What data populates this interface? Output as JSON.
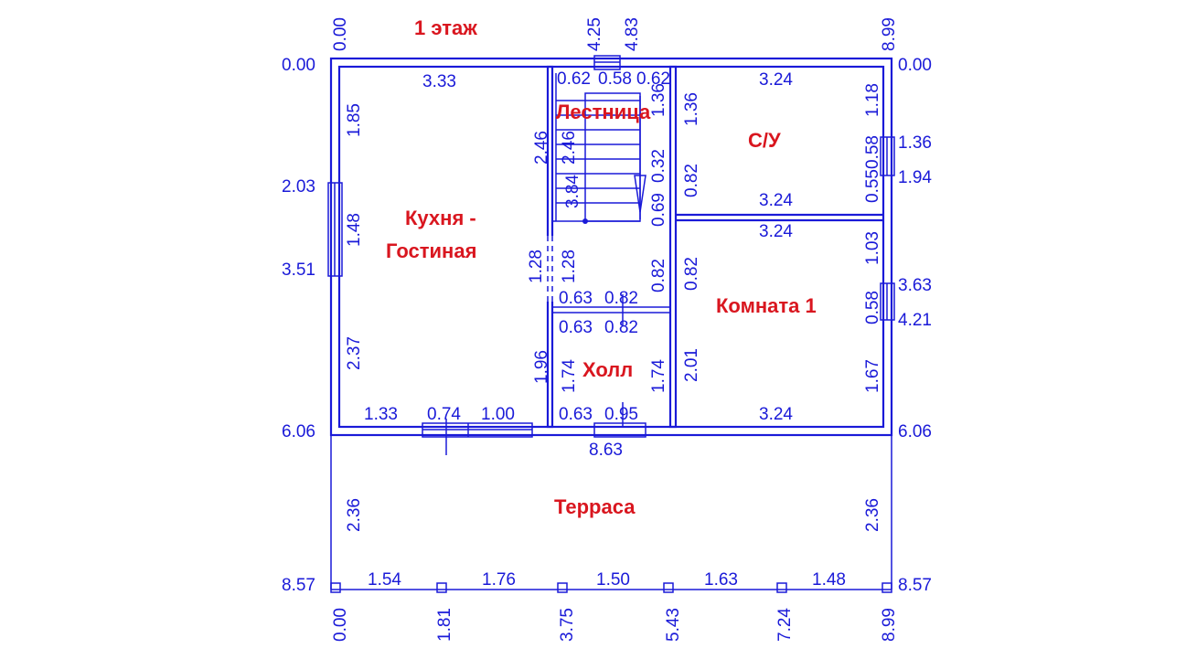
{
  "floor_title": "1 этаж",
  "rooms": {
    "kitchen_line1": "Кухня -",
    "kitchen_line2": "Гостиная",
    "stairs": "Лестница",
    "bathroom": "С/У",
    "room1": "Комната 1",
    "hall": "Холл",
    "terrace": "Терраса"
  },
  "coords": {
    "top": [
      "0.00",
      "4.25",
      "4.83",
      "8.99"
    ],
    "bottom": [
      "0.00",
      "1.81",
      "3.75",
      "5.43",
      "7.24",
      "8.99"
    ],
    "left": [
      "0.00",
      "2.03",
      "3.51",
      "6.06",
      "8.57"
    ],
    "right": [
      "0.00",
      "1.36",
      "1.94",
      "3.63",
      "4.21",
      "6.06",
      "8.57"
    ]
  },
  "dims": {
    "kitchen_top": "3.33",
    "kitchen_left_1": "1.85",
    "kitchen_left_2": "1.48",
    "kitchen_left_3": "2.37",
    "kitchen_right_1": "2.46",
    "kitchen_right_2": "1.28",
    "kitchen_right_3": "1.96",
    "kitchen_bottom_1": "1.33",
    "kitchen_bottom_2": "0.74",
    "kitchen_bottom_3": "1.00",
    "stair_top_1": "0.62",
    "stair_top_2": "0.58",
    "stair_top_3": "0.62",
    "stair_left": "2.46",
    "stair_inner": "3.84",
    "stair_right_1": "1.36",
    "stair_right_2": "0.32",
    "stair_right_3": "0.69",
    "corr_left": "1.28",
    "corr_right": "0.82",
    "hall_top_1": "0.63",
    "hall_top_2": "0.82",
    "hall_mid_1": "0.63",
    "hall_mid_2": "0.82",
    "hall_left": "1.74",
    "hall_right": "1.74",
    "hall_bottom_1": "0.63",
    "hall_bottom_2": "0.95",
    "bath_top": "3.24",
    "bath_left_1": "1.36",
    "bath_left_2": "0.82",
    "bath_right_1": "1.18",
    "bath_right_2": "0.58",
    "bath_right_3": "0.55",
    "bath_bottom": "3.24",
    "room1_top": "3.24",
    "room1_left_1": "0.82",
    "room1_left_2": "2.01",
    "room1_right_1": "1.03",
    "room1_right_2": "0.58",
    "room1_right_3": "1.67",
    "room1_bottom": "3.24",
    "house_width": "8.63",
    "terrace_left": "2.36",
    "terrace_right": "2.36",
    "terrace_segs": [
      "1.54",
      "1.76",
      "1.50",
      "1.63",
      "1.48"
    ]
  }
}
